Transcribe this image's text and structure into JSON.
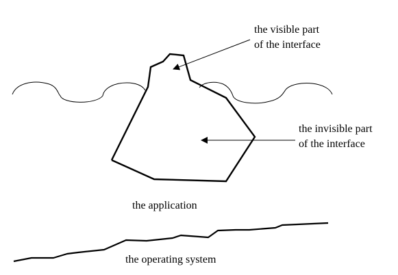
{
  "labels": {
    "visible_part": [
      "the visible part",
      "of the interface"
    ],
    "invisible_part": [
      "the invisible part",
      "of the interface"
    ],
    "application": "the application",
    "operating_system": "the operating system"
  },
  "colors": {
    "ink": "#000000",
    "background": "#ffffff"
  }
}
